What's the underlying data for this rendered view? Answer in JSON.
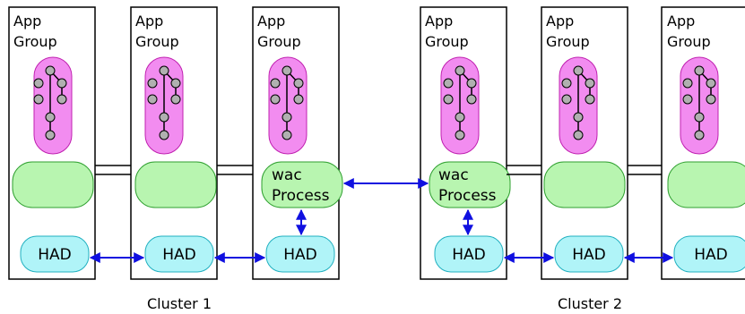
{
  "groups": [
    {
      "title_line1": "App",
      "title_line2": "Group",
      "process_line1": "",
      "process_line2": "",
      "had_label": "HAD"
    },
    {
      "title_line1": "App",
      "title_line2": "Group",
      "process_line1": "",
      "process_line2": "",
      "had_label": "HAD"
    },
    {
      "title_line1": "App",
      "title_line2": "Group",
      "process_line1": "wac",
      "process_line2": "Process",
      "had_label": "HAD"
    },
    {
      "title_line1": "App",
      "title_line2": "Group",
      "process_line1": "wac",
      "process_line2": "Process",
      "had_label": "HAD"
    },
    {
      "title_line1": "App",
      "title_line2": "Group",
      "process_line1": "",
      "process_line2": "",
      "had_label": "HAD"
    },
    {
      "title_line1": "App",
      "title_line2": "Group",
      "process_line1": "",
      "process_line2": "",
      "had_label": "HAD"
    }
  ],
  "clusters": [
    {
      "label": "Cluster 1"
    },
    {
      "label": "Cluster 2"
    }
  ],
  "colors": {
    "box_border": "#000000",
    "resource_fill": "#f28cf0",
    "resource_stroke": "#c020b0",
    "tree_node_fill": "#b0b0b0",
    "process_fill": "#b8f5b0",
    "process_stroke": "#2fa030",
    "had_fill": "#b0f4f8",
    "had_stroke": "#20b0c0",
    "arrow": "#1010e0"
  }
}
